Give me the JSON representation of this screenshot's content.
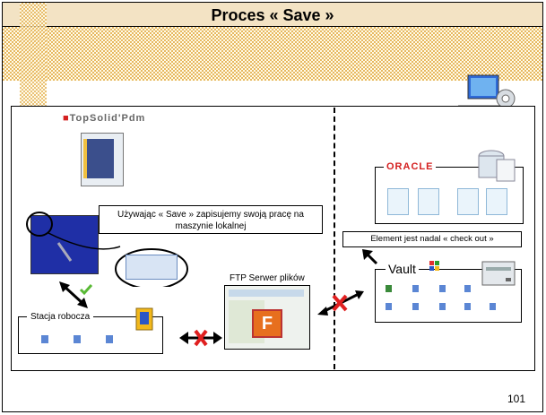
{
  "slide": {
    "title": "Proces « Save »",
    "page_number": "101"
  },
  "logo": {
    "text": "TopSolid'Pdm"
  },
  "diagram": {
    "save_note": "Używając « Save » zapisujemy swoją pracę na maszynie lokalnej",
    "workstation_label": "Stacja robocza",
    "ftp_label": "FTP Serwer plików",
    "checkout_note": "Element jest nadal « check out »",
    "vault_label": "Vault",
    "oracle_label": "ORACLE"
  },
  "colors": {
    "title_band": "#f3e3c4",
    "checker": "#e7b860",
    "checkmark": "#59b935",
    "cross": "#e02020",
    "oracle": "#d42020"
  },
  "icons": [
    "computer-gear-icon",
    "check-icon",
    "cross-icon",
    "folder-icon",
    "server-icon",
    "database-icon",
    "file-icon",
    "filezilla-icon"
  ]
}
